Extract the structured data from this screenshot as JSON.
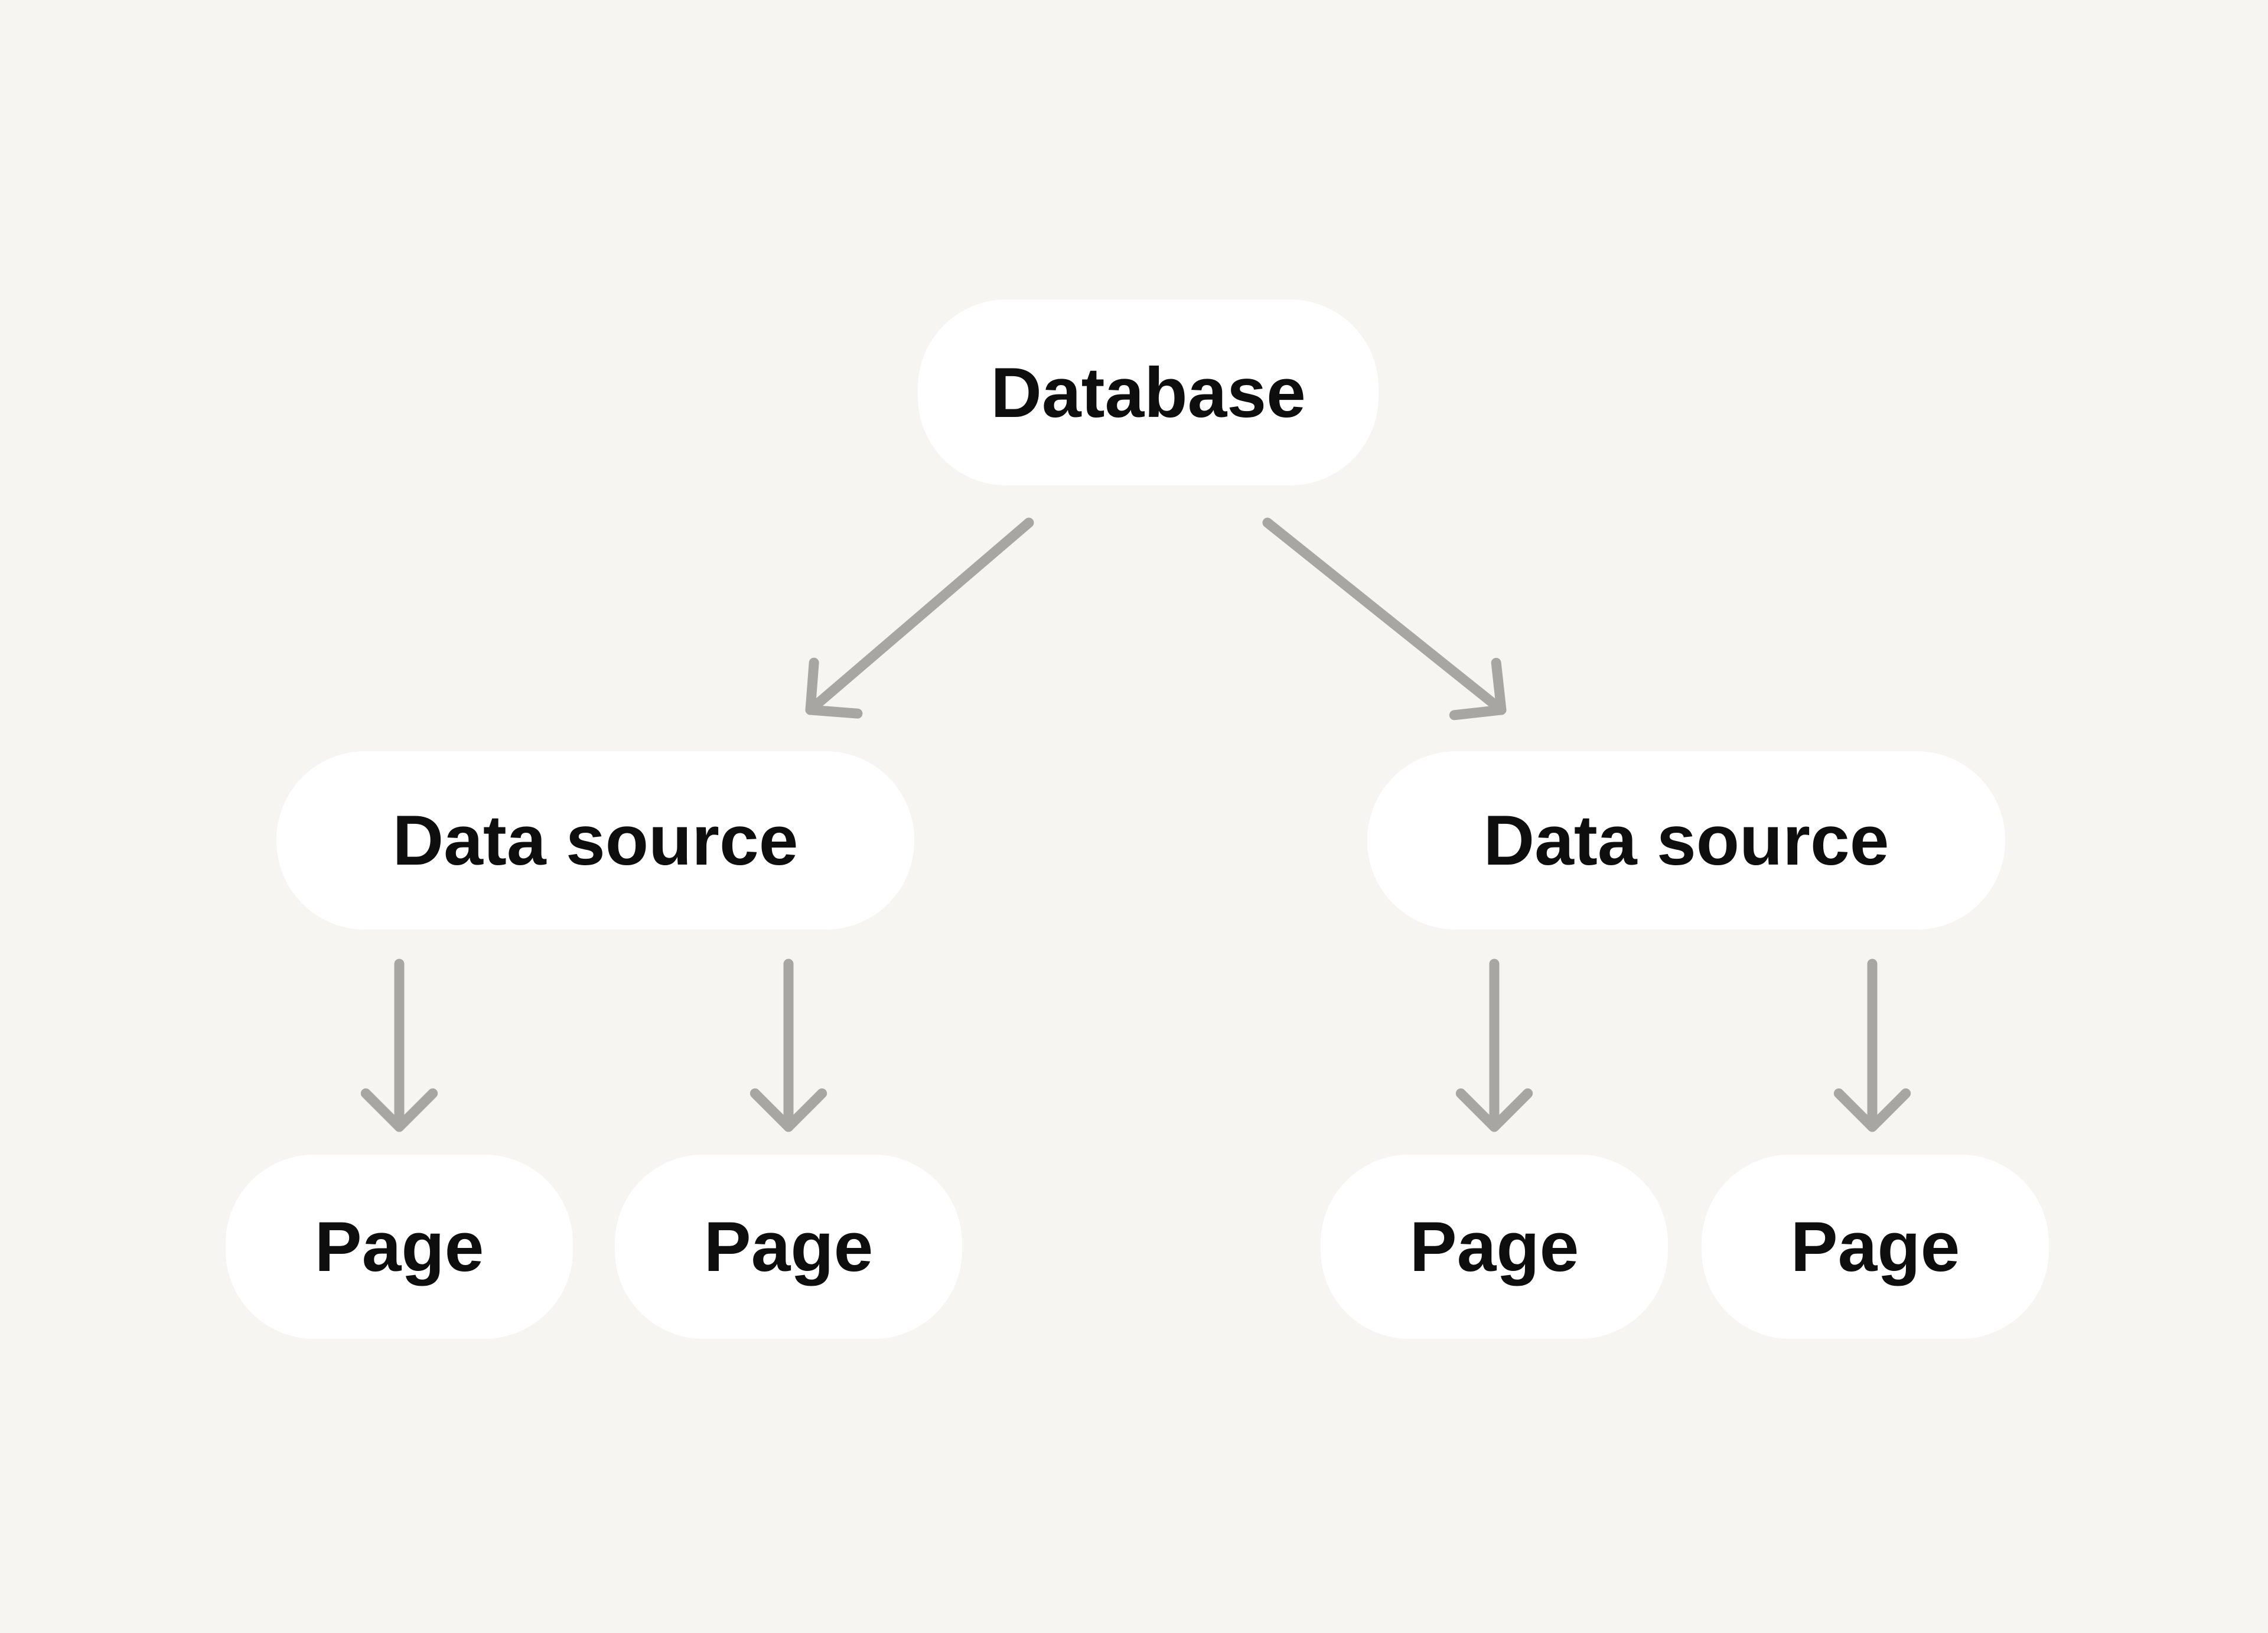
{
  "diagram": {
    "background_color": "#f6f5f2",
    "node_fill_color": "#ffffff",
    "node_text_color": "#0e0e0e",
    "arrow_color": "#a8a6a3",
    "nodes": {
      "database": {
        "label": "Database"
      },
      "datasource_left": {
        "label": "Data source"
      },
      "datasource_right": {
        "label": "Data source"
      },
      "page_1": {
        "label": "Page"
      },
      "page_2": {
        "label": "Page"
      },
      "page_3": {
        "label": "Page"
      },
      "page_4": {
        "label": "Page"
      }
    },
    "edges": [
      {
        "from": "database",
        "to": "datasource_left"
      },
      {
        "from": "database",
        "to": "datasource_right"
      },
      {
        "from": "datasource_left",
        "to": "page_1"
      },
      {
        "from": "datasource_left",
        "to": "page_2"
      },
      {
        "from": "datasource_right",
        "to": "page_3"
      },
      {
        "from": "datasource_right",
        "to": "page_4"
      }
    ]
  }
}
